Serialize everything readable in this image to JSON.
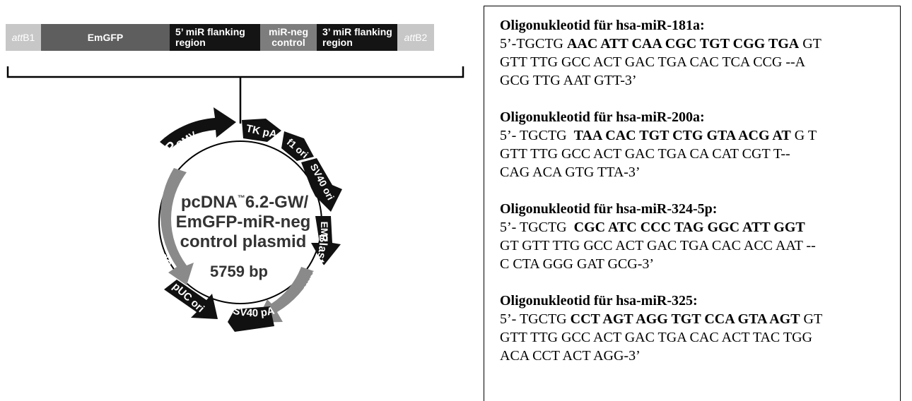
{
  "cassette": {
    "attB1_prefix": "att",
    "attB1_suffix": "B1",
    "emgfp": "EmGFP",
    "flank5_line1": "5’ miR flanking",
    "flank5_line2": "region",
    "mirneg_line1": "miR-neg",
    "mirneg_line2": "control",
    "flank3_line1": "3’ miR flanking",
    "flank3_line2": "region",
    "attB2_prefix": "att",
    "attB2_suffix": "B2"
  },
  "plasmid": {
    "name_line1": "pcDNA",
    "name_tm": "™",
    "name_line1b": "6.2-GW/",
    "name_line2": "EmGFP-miR-neg",
    "name_line3": "control plasmid",
    "size": "5759 bp",
    "features": {
      "pcmv": "P",
      "pcmv_sub": "CMV",
      "tkpa": "TK pA",
      "f1ori": "f1 ori",
      "sv40ori": "SV40 ori",
      "em7": "EM7",
      "blasticidin": "Blasticidin",
      "sv40pa": "SV40 pA",
      "pucori": "pUC ori",
      "spectinomycin": "Spectinomycin"
    }
  },
  "oligos": [
    {
      "title": "Oligonukleotid für hsa-miR-181a:",
      "l1_pre": "5’-TGCTG ",
      "l1_bold": "AAC ATT CAA CGC TGT CGG TGA",
      "l1_post": " GT",
      "l2": "GTT TTG GCC ACT GAC TGA CAC TCA CCG --A",
      "l3": "GCG TTG AAT GTT-3’"
    },
    {
      "title": "Oligonukleotid für hsa-miR-200a:",
      "l1_pre": "5’- TGCTG  ",
      "l1_bold": "TAA CAC TGT CTG GTA ACG AT",
      "l1_post": " G T",
      "l2": "GTT TTG GCC ACT GAC TGA CA CAT CGT T--",
      "l3": "CAG ACA GTG TTA-3’"
    },
    {
      "title": "Oligonukleotid für hsa-miR-324-5p:",
      "l1_pre": "5’- TGCTG  ",
      "l1_bold": "CGC ATC CCC TAG GGC ATT GGT",
      "l1_post": "",
      "l2": "GT GTT TTG GCC ACT GAC TGA CAC ACC AAT --",
      "l3": "C CTA GGG GAT GCG-3’"
    },
    {
      "title": "Oligonukleotid für hsa-miR-325:",
      "l1_pre": "5’- TGCTG ",
      "l1_bold": "CCT AGT AGG TGT CCA GTA AGT",
      "l1_post": " GT",
      "l2": "GTT TTG GCC ACT GAC TGA CAC ACT TAC TGG",
      "l3": "ACA CCT ACT AGG-3’"
    }
  ]
}
